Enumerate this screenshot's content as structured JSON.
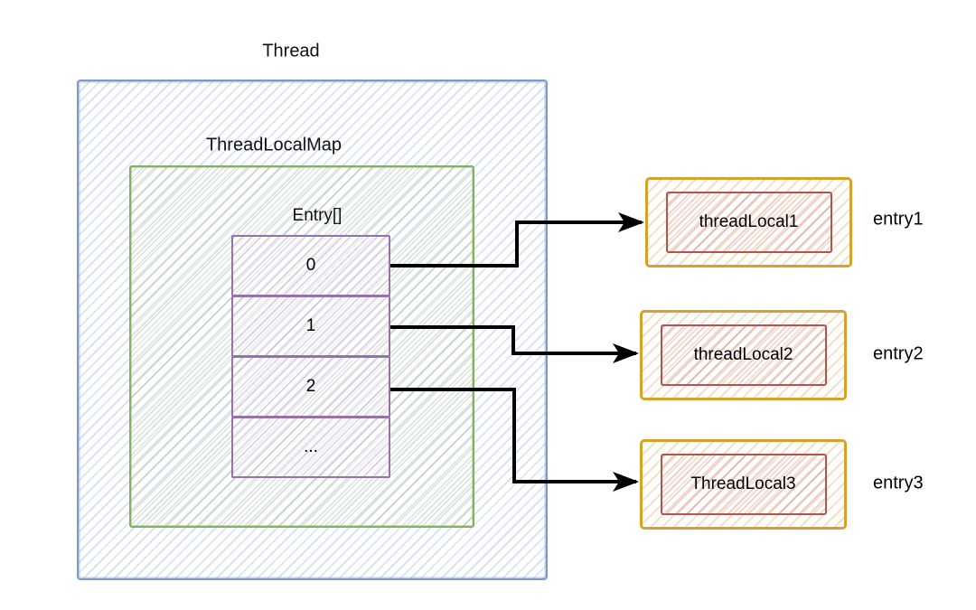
{
  "diagram": {
    "thread_label": "Thread",
    "map_label": "ThreadLocalMap",
    "entry_array_label": "Entry[]",
    "entry_cells": [
      "0",
      "1",
      "2",
      "..."
    ],
    "thread_locals": [
      {
        "box_label": "threadLocal1",
        "side_label": "entry1"
      },
      {
        "box_label": "threadLocal2",
        "side_label": "entry2"
      },
      {
        "box_label": "ThreadLocal3",
        "side_label": "entry3"
      }
    ],
    "colors": {
      "thread_border": "#7d99c8",
      "map_border": "#84b15e",
      "array_border": "#9673a6",
      "threadlocal_border": "#d9a02b",
      "inner_border": "#b5544e",
      "arrow": "#000000"
    }
  }
}
